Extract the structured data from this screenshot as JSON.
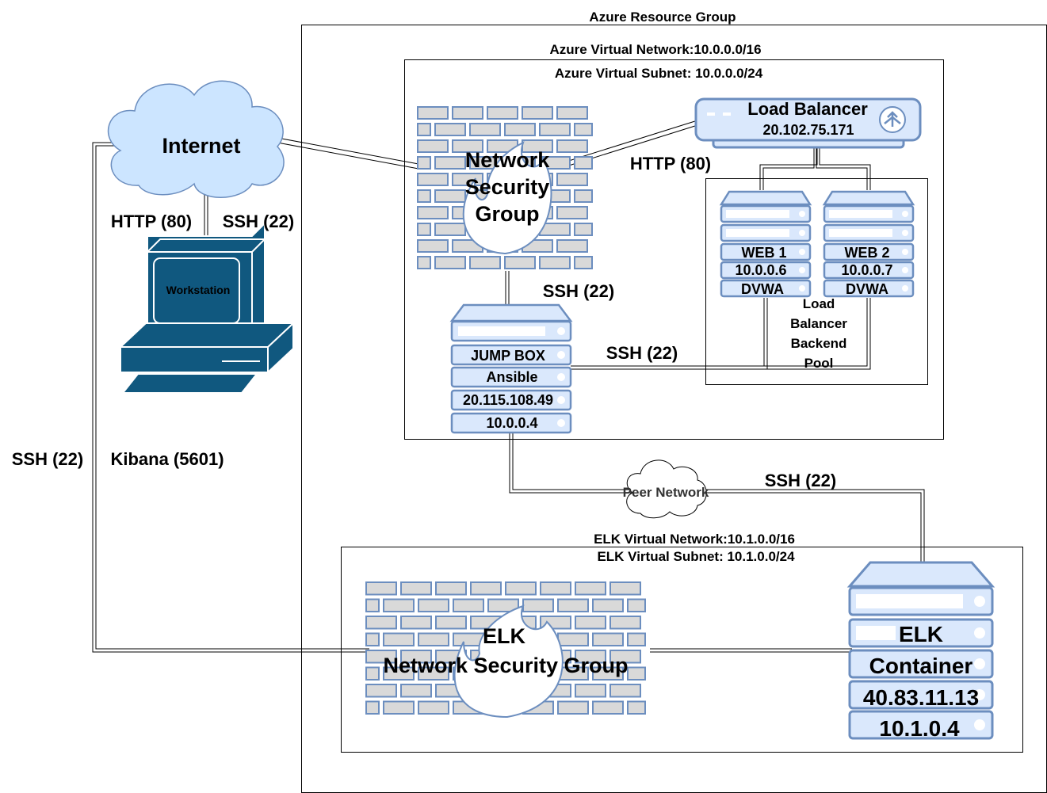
{
  "resource_group": {
    "title": "Azure Resource Group"
  },
  "vnet": {
    "network": "Azure Virtual Network:10.0.0.0/16",
    "subnet": "Azure Virtual Subnet: 10.0.0.0/24"
  },
  "elk_vnet": {
    "network": "ELK Virtual Network:10.1.0.0/16",
    "subnet": "ELK Virtual Subnet: 10.1.0.0/24"
  },
  "internet": {
    "label": "Internet"
  },
  "workstation": {
    "label": "Workstation"
  },
  "nsg": {
    "line1": "Network",
    "line2": "Security",
    "line3": "Group"
  },
  "elk_nsg": {
    "line1": "ELK",
    "line2": "Network Security Group"
  },
  "load_balancer": {
    "name": "Load Balancer",
    "ip": "20.102.75.171"
  },
  "backend_pool": {
    "line1": "Load",
    "line2": "Balancer",
    "line3": "Backend",
    "line4": "Pool"
  },
  "web1": {
    "name": "WEB 1",
    "ip": "10.0.0.6",
    "app": "DVWA"
  },
  "web2": {
    "name": "WEB 2",
    "ip": "10.0.0.7",
    "app": "DVWA"
  },
  "jumpbox": {
    "name": "JUMP BOX",
    "role": "Ansible",
    "public_ip": "20.115.108.49",
    "private_ip": "10.0.0.4"
  },
  "elk": {
    "line1": "ELK",
    "line2": "Container",
    "public_ip": "40.83.11.13",
    "private_ip": "10.1.0.4"
  },
  "peer": {
    "label": "Peer Network"
  },
  "connections": {
    "http_internet": "HTTP (80)",
    "ssh_internet": "SSH (22)",
    "http_lb": "HTTP (80)",
    "ssh_nsg_jump": "SSH (22)",
    "ssh_jump_web": "SSH (22)",
    "ssh_peer": "SSH (22)",
    "ssh_left": "SSH (22)",
    "kibana_left": "Kibana (5601)"
  },
  "colors": {
    "device_blue": "#10587f",
    "cloud_fill": "#cce5ff",
    "server_fill": "#dae8fc",
    "server_stroke": "#6c8ebf",
    "brick_fill": "#d9d9d9",
    "brick_stroke": "#6c8ebf"
  }
}
